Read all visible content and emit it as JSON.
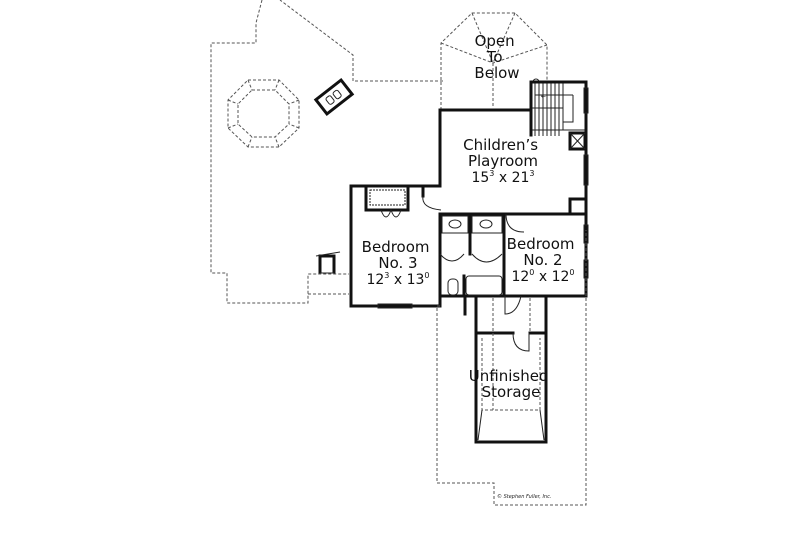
{
  "plan": {
    "type": "second-floor-plan",
    "rooms": [
      {
        "id": "open-to-below",
        "lines": [
          "Open",
          "To",
          "Below"
        ]
      },
      {
        "id": "childrens-playroom",
        "lines": [
          "Children’s",
          "Playroom"
        ],
        "dim_a": "15",
        "dim_a_sup": "3",
        "dim_b": "21",
        "dim_b_sup": "3"
      },
      {
        "id": "bedroom-3",
        "lines": [
          "Bedroom",
          "No. 3"
        ],
        "dim_a": "12",
        "dim_a_sup": "3",
        "dim_b": "13",
        "dim_b_sup": "0"
      },
      {
        "id": "bedroom-2",
        "lines": [
          "Bedroom",
          "No. 2"
        ],
        "dim_a": "12",
        "dim_a_sup": "0",
        "dim_b": "12",
        "dim_b_sup": "0"
      },
      {
        "id": "unfinished-storage",
        "lines": [
          "Unfinished",
          "Storage"
        ]
      }
    ],
    "dim_separator": "x",
    "copyright": "© Stephen Fuller, Inc.",
    "colors": {
      "wall": "#111111",
      "line": "#222222",
      "dashed": "#555555",
      "background": "#ffffff"
    }
  }
}
